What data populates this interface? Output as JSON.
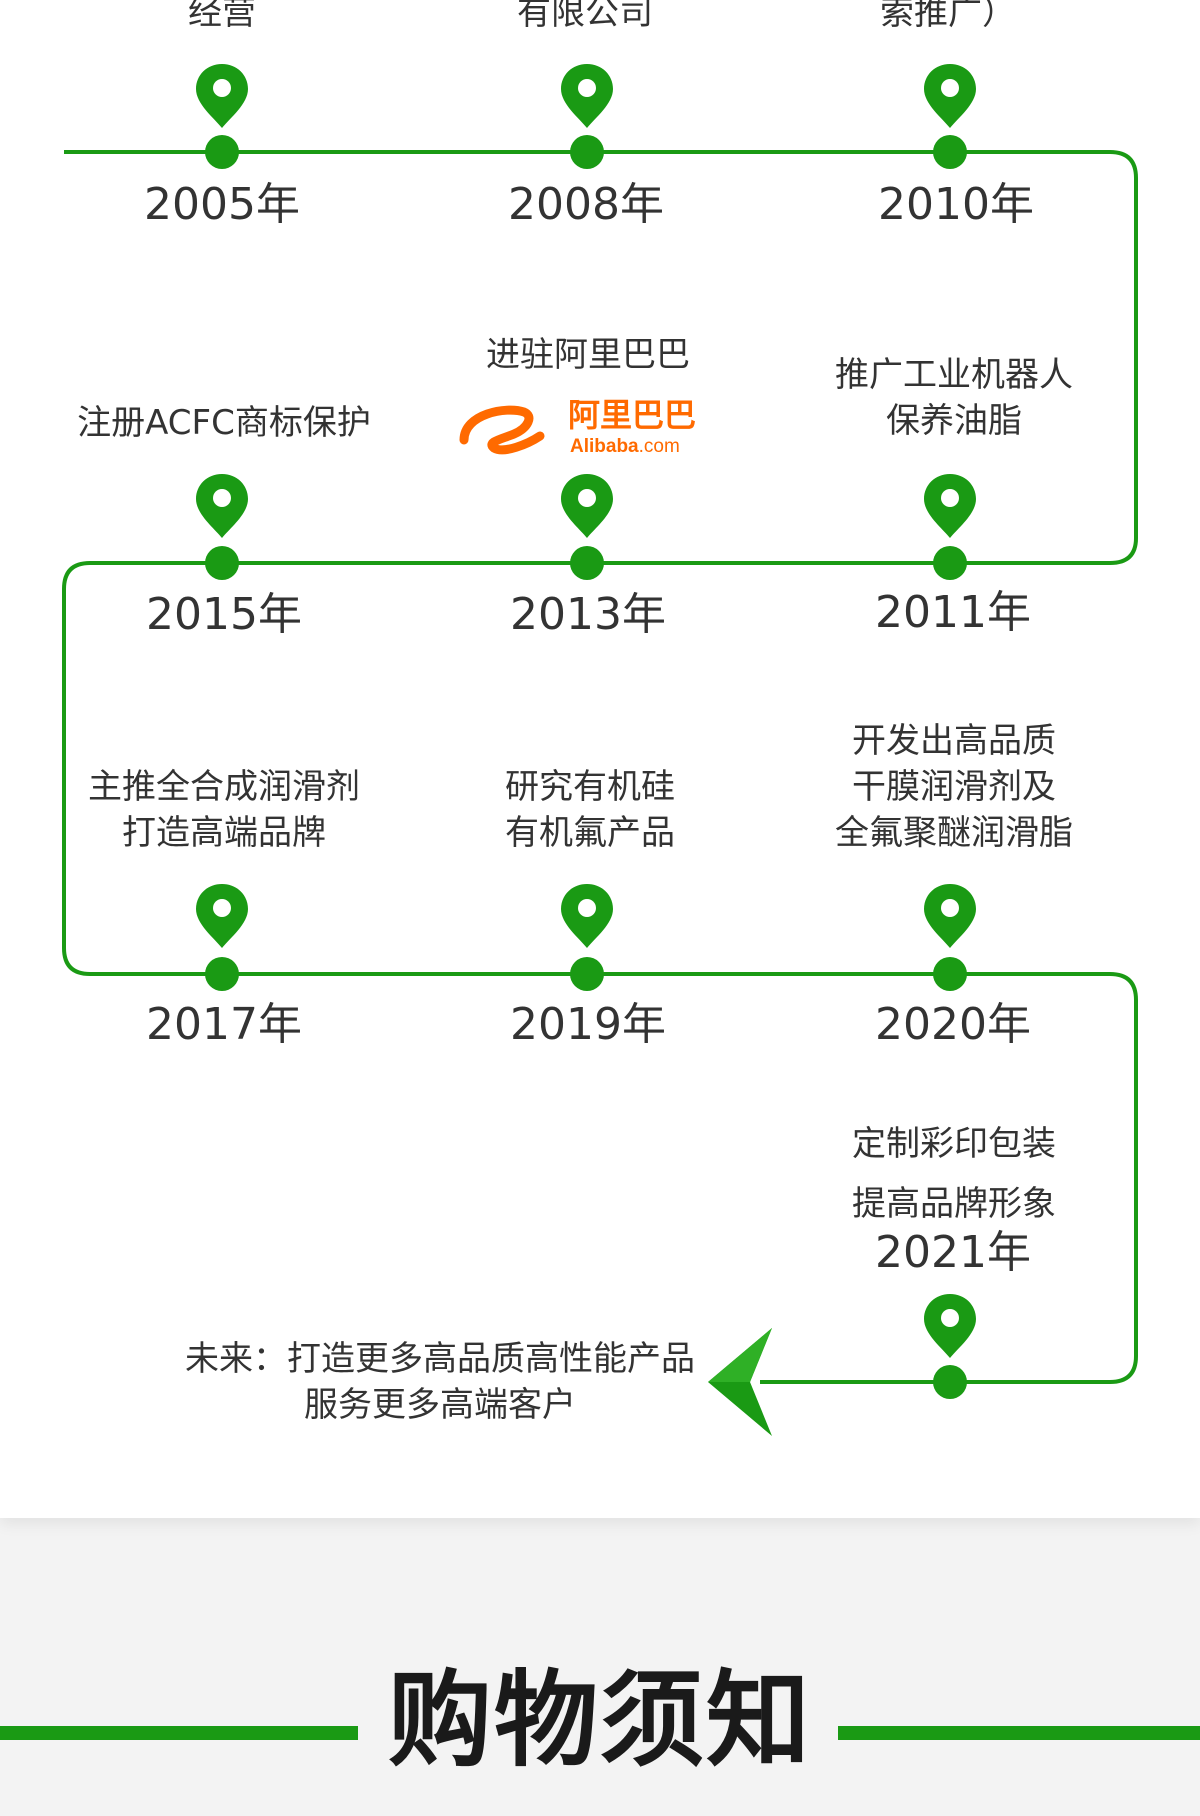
{
  "colors": {
    "accent": "#1a9a14",
    "text": "#333333",
    "title": "#1a1a1a",
    "logo_orange": "#ff6a00"
  },
  "timeline": {
    "events": [
      {
        "id": "2005",
        "year": "2005年",
        "text": "经营"
      },
      {
        "id": "2008",
        "year": "2008年",
        "text": "有限公司"
      },
      {
        "id": "2010",
        "year": "2010年",
        "text": "索推广）"
      },
      {
        "id": "2015",
        "year": "2015年",
        "text": "注册ACFC商标保护"
      },
      {
        "id": "2013",
        "year": "2013年",
        "text": "进驻阿里巴巴"
      },
      {
        "id": "2011",
        "year": "2011年",
        "text": "推广工业机器人\n保养油脂"
      },
      {
        "id": "2017",
        "year": "2017年",
        "text": "主推全合成润滑剂\n打造高端品牌"
      },
      {
        "id": "2019",
        "year": "2019年",
        "text": "研究有机硅\n有机氟产品"
      },
      {
        "id": "2020",
        "year": "2020年",
        "text": "开发出高品质\n干膜润滑剂及\n全氟聚醚润滑脂"
      },
      {
        "id": "2021",
        "year": "2021年",
        "text": "定制彩印包装\n提高品牌形象"
      }
    ],
    "alibaba_logo": {
      "cn": "阿里巴巴",
      "en": "Alibaba",
      "suffix": ".com"
    },
    "future": "未来：打造更多高品质高性能产品\n服务更多高端客户",
    "icon": "location-pin-icon"
  },
  "section": {
    "title": "购物须知"
  }
}
